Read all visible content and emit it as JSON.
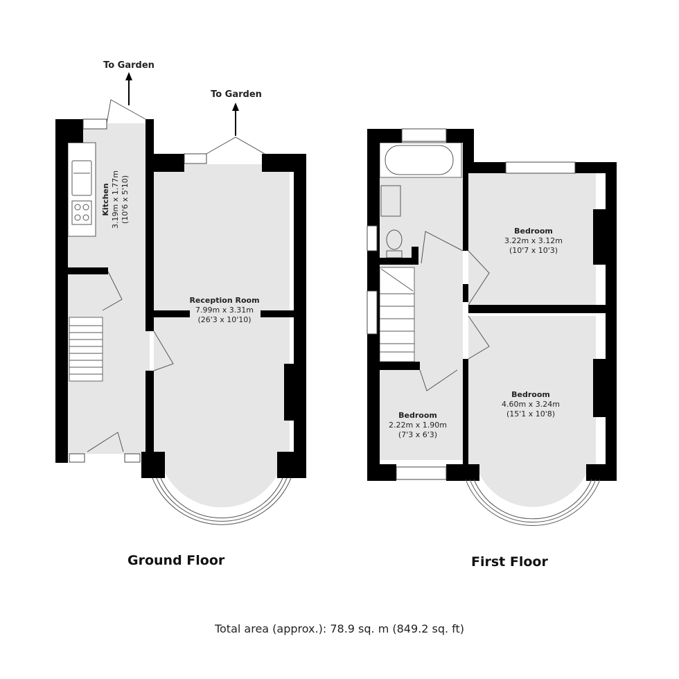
{
  "plan": {
    "ground_floor": {
      "title": "Ground Floor",
      "to_garden_kitchen": "To Garden",
      "to_garden_reception": "To Garden",
      "rooms": [
        {
          "name": "Kitchen",
          "metric": "3.19m x 1.77m",
          "imperial": "(10'6 x 5'10)"
        },
        {
          "name": "Reception Room",
          "metric": "7.99m x 3.31m",
          "imperial": "(26'3 x 10'10)"
        }
      ]
    },
    "first_floor": {
      "title": "First Floor",
      "rooms": [
        {
          "name": "Bedroom",
          "metric": "3.22m x 3.12m",
          "imperial": "(10'7 x 10'3)"
        },
        {
          "name": "Bedroom",
          "metric": "4.60m x 3.24m",
          "imperial": "(15'1 x 10'8)"
        },
        {
          "name": "Bedroom",
          "metric": "2.22m x 1.90m",
          "imperial": "(7'3 x 6'3)"
        }
      ]
    },
    "total_area": "Total area (approx.): 78.9 sq. m (849.2 sq. ft)"
  },
  "colors": {
    "wall": "#000000",
    "floor": "#e6e6e6",
    "background": "#ffffff"
  }
}
